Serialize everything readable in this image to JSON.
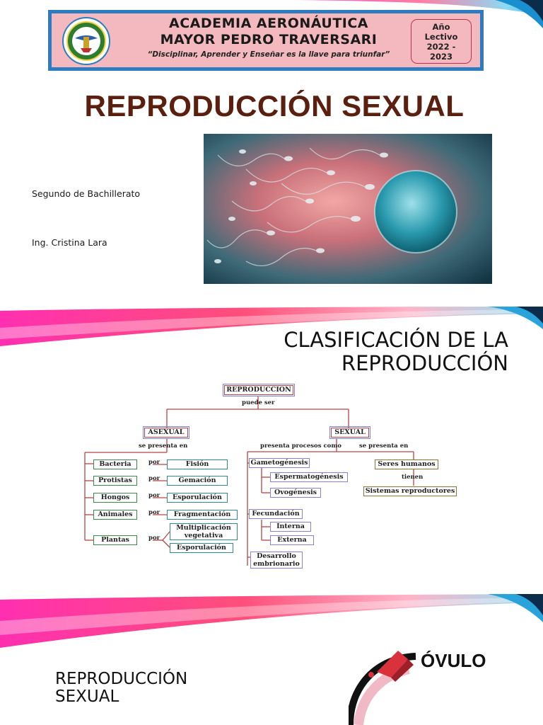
{
  "slide1": {
    "academy_line1": "ACADEMIA AERONÁUTICA",
    "academy_line2": "MAYOR PEDRO TRAVERSARI",
    "motto": "“Disciplinar, Aprender y Enseñar es la llave para triunfar”",
    "year_l1": "Año",
    "year_l2": "Lectivo",
    "year_l3": "2022 -",
    "year_l4": "2023",
    "title": "REPRODUCCIÓN SEXUAL",
    "grade": "Segundo de Bachillerato",
    "teacher": "Ing. Cristina Lara"
  },
  "slide2": {
    "title_line1": "CLASIFICACIÓN DE LA",
    "title_line2": "REPRODUCCIÓN",
    "concept_map": {
      "root": "REPRODUCCION",
      "root_link": "puede ser",
      "asexual": "ASEXUAL",
      "asexual_link": "se presenta en",
      "sexual": "SEXUAL",
      "sexual_link_left": "presenta procesos como",
      "sexual_link_right": "se presenta en",
      "por": "por",
      "bacteria": "Bacteria",
      "protistas": "Protistas",
      "hongos": "Hongos",
      "animales": "Animales",
      "plantas": "Plantas",
      "fision": "Fisión",
      "gemacion": "Gemación",
      "esporulacion": "Esporulación",
      "fragmentacion": "Fragmentación",
      "multiplicacion_l1": "Multiplicación",
      "multiplicacion_l2": "vegetativa",
      "esporulacion2": "Esporulación",
      "gametogenesis": "Gametogénesis",
      "espermatogenesis": "Espermatogénesis",
      "ovogenesis": "Ovogénesis",
      "fecundacion": "Fecundación",
      "interna": "Interna",
      "externa": "Externa",
      "desarrollo_l1": "Desarrollo",
      "desarrollo_l2": "embrionario",
      "seres_humanos": "Seres humanos",
      "tienen": "tienen",
      "sistemas": "Sistemas reproductores"
    }
  },
  "slide3": {
    "title_line1": "REPRODUCCIÓN",
    "title_line2": "SEXUAL",
    "image_label": "ÓVULO"
  }
}
